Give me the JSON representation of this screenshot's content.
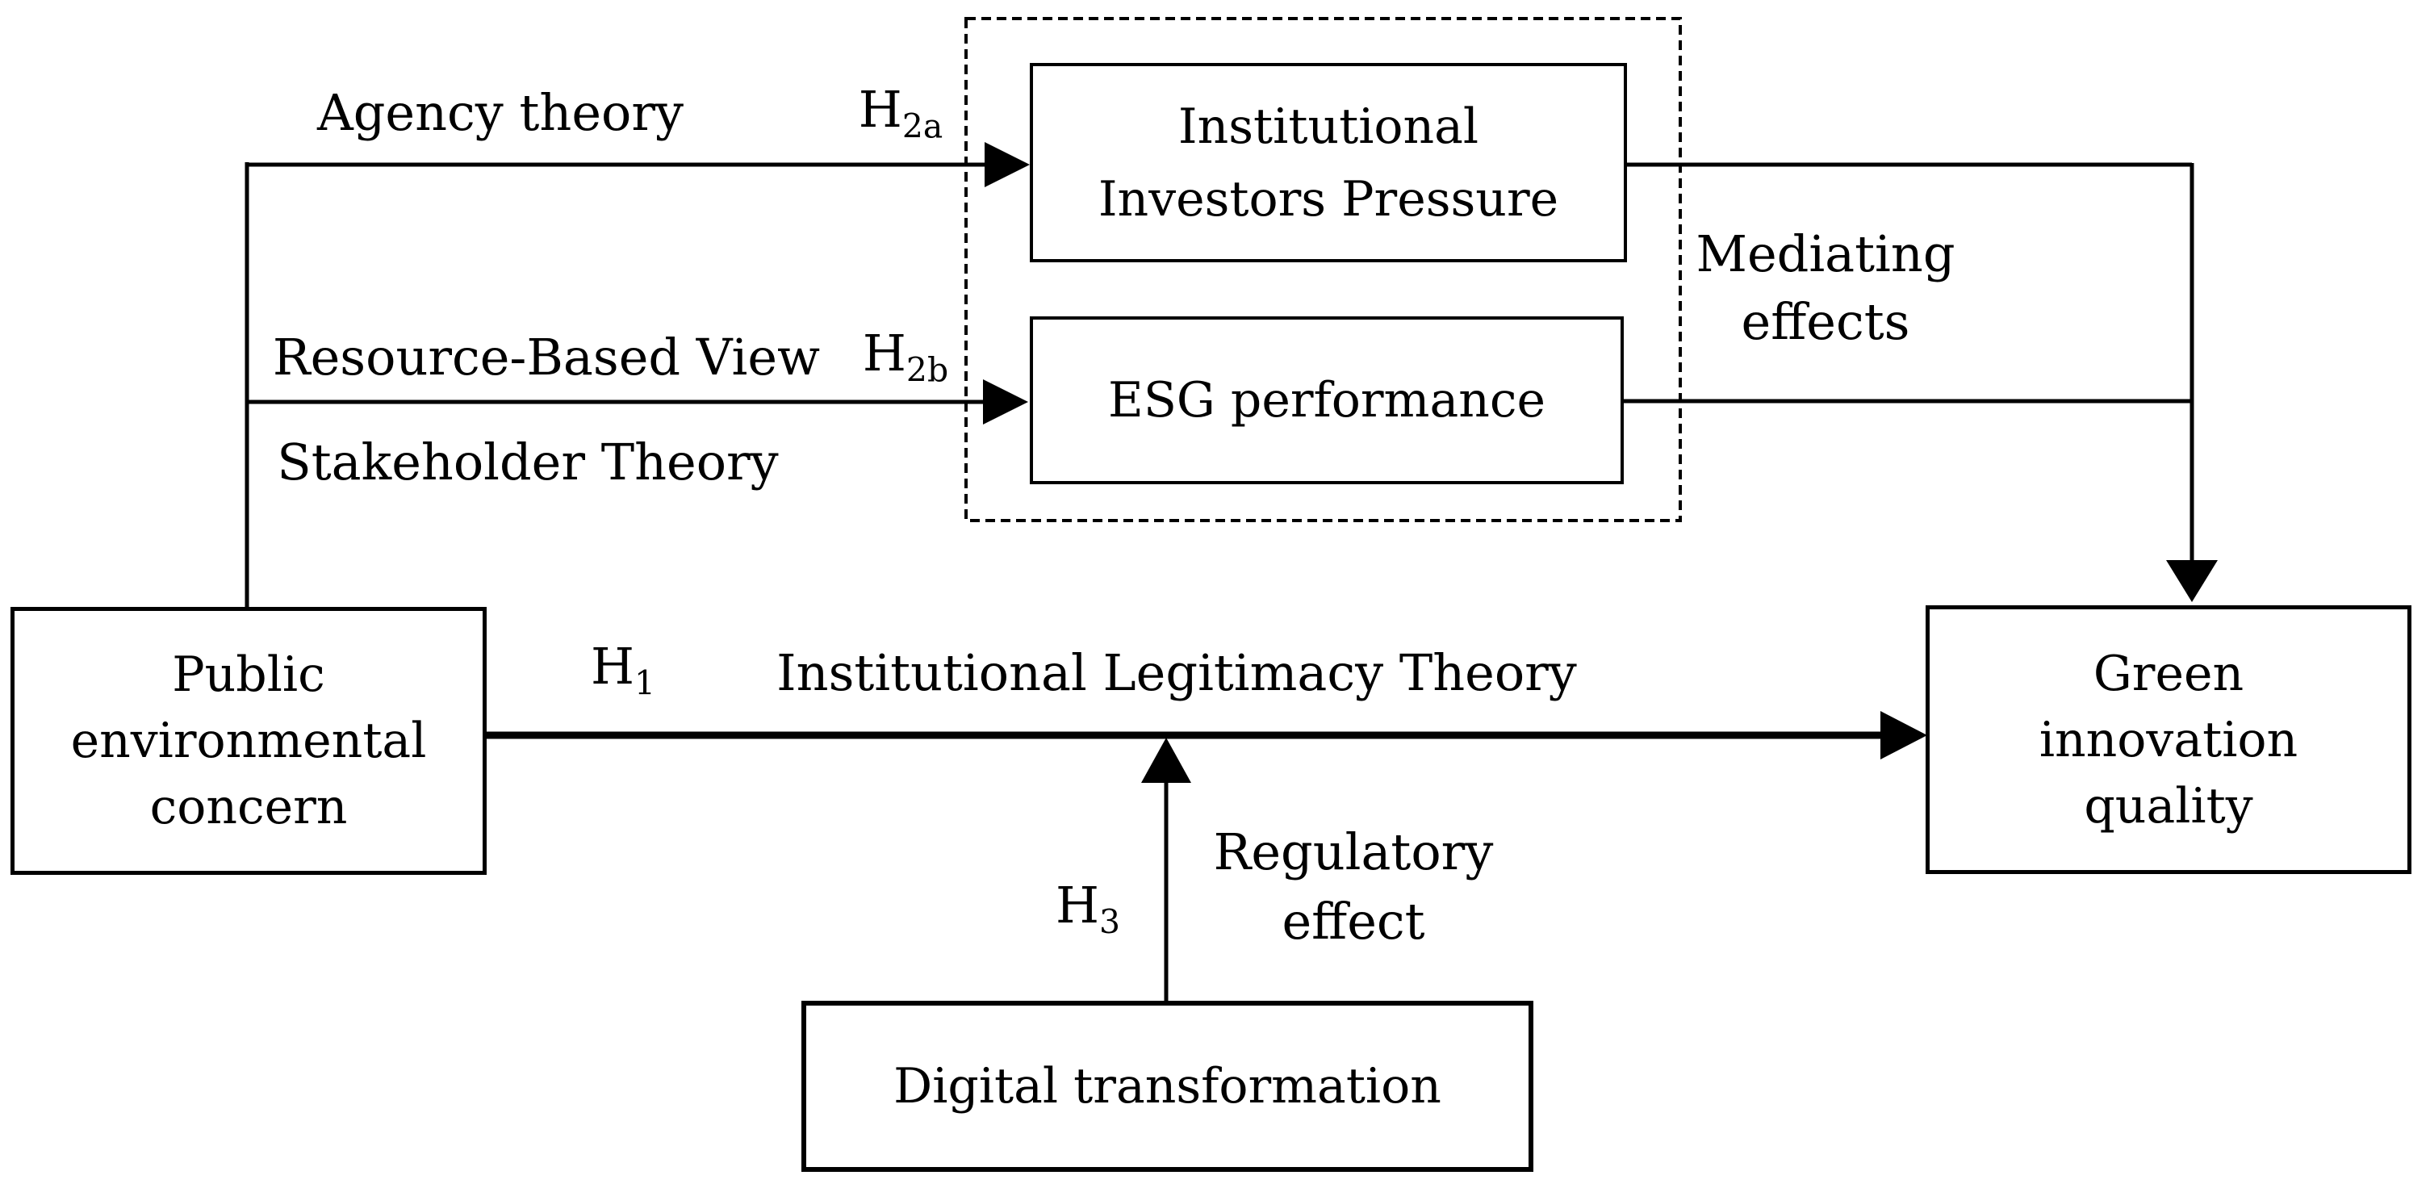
{
  "figure": {
    "background": "#ffffff",
    "ink": "#000000"
  },
  "boxes": {
    "public_environmental_concern": {
      "lines": [
        "Public",
        "environmental",
        "concern"
      ]
    },
    "institutional_investors_pressure": {
      "lines": [
        "Institutional",
        "Investors Pressure"
      ]
    },
    "esg_performance": {
      "lines": [
        "ESG performance"
      ]
    },
    "green_innovation_quality": {
      "lines": [
        "Green",
        "innovation",
        "quality"
      ]
    },
    "digital_transformation": {
      "lines": [
        "Digital transformation"
      ]
    }
  },
  "labels": {
    "agency_theory": "Agency theory",
    "resource_based_view": "Resource-Based View",
    "stakeholder_theory": "Stakeholder Theory",
    "institutional_legitimacy_theory": "Institutional Legitimacy Theory",
    "mediating_effects": {
      "line1": "Mediating",
      "line2": "effects"
    },
    "regulatory_effect": {
      "line1": "Regulatory",
      "line2": "effect"
    }
  },
  "hypotheses": {
    "h1": {
      "base": "H",
      "sub": "1"
    },
    "h2a": {
      "base": "H",
      "sub": "2a"
    },
    "h2b": {
      "base": "H",
      "sub": "2b"
    },
    "h3": {
      "base": "H",
      "sub": "3"
    }
  }
}
